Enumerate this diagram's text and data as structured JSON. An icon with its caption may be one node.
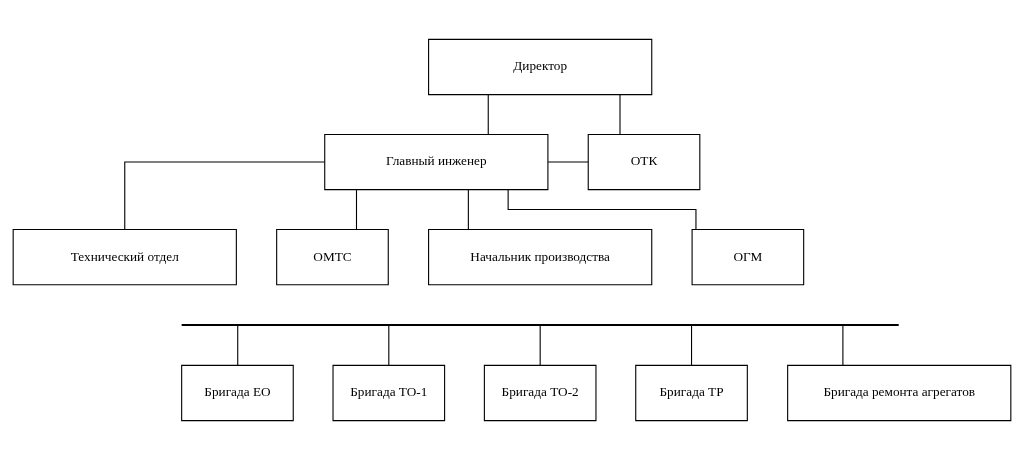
{
  "diagram": {
    "nodes": [
      {
        "text": [
          "Директор"
        ]
      },
      {
        "text": [
          "Главный инженер"
        ]
      },
      {
        "text": [
          "ОТК"
        ]
      },
      {
        "text": [
          "Технический отдел"
        ]
      },
      {
        "text": [
          "ОМТС"
        ]
      },
      {
        "text": [
          "Начальник производства"
        ]
      },
      {
        "text": [
          "ОГМ"
        ]
      },
      {
        "text": [],
        "shape": "bar"
      },
      {
        "text": [
          "Бригада ЕО"
        ]
      },
      {
        "text": [
          "Бригада ТО-1"
        ]
      },
      {
        "text": [
          "Бригада ТО-2"
        ]
      },
      {
        "text": [
          "Бригада ТР"
        ]
      },
      {
        "text": [
          "Бригада ремонта агрегатов"
        ]
      }
    ],
    "edges": [
      {
        "from": 0,
        "to": 1,
        "arrow": "none"
      },
      {
        "from": 0,
        "to": 2,
        "arrow": "none"
      },
      {
        "from": 1,
        "to": 2,
        "arrow": "none"
      },
      {
        "from": 1,
        "to": 3,
        "arrow": "none"
      },
      {
        "from": 1,
        "to": 4,
        "arrow": "none"
      },
      {
        "from": 1,
        "to": 5,
        "arrow": "none"
      },
      {
        "from": 1,
        "to": 6,
        "arrow": "none"
      },
      {
        "from": 7,
        "to": 8,
        "arrow": "none"
      },
      {
        "from": 7,
        "to": 9,
        "arrow": "none"
      },
      {
        "from": 7,
        "to": 10,
        "arrow": "none"
      },
      {
        "from": 7,
        "to": 11,
        "arrow": "none"
      },
      {
        "from": 7,
        "to": 12,
        "arrow": "none"
      }
    ]
  }
}
